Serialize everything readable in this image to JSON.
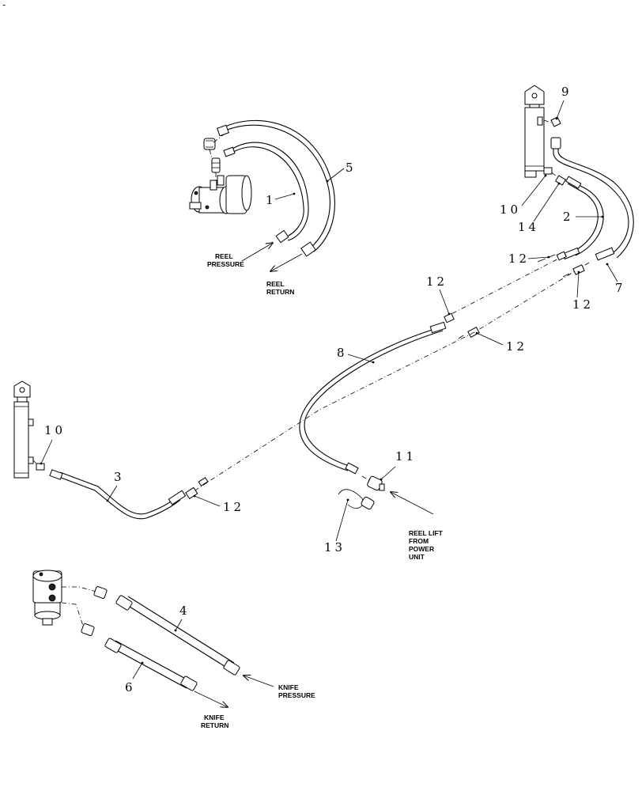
{
  "corner_mark": "-",
  "callouts": {
    "c1": "1",
    "c2": "2",
    "c3": "3",
    "c4": "4",
    "c5": "5",
    "c6": "6",
    "c7": "7",
    "c8": "8",
    "c9": "9",
    "c10a": "10",
    "c10b": "10",
    "c11": "11",
    "c12a": "12",
    "c12b": "12",
    "c12c": "12",
    "c12d": "12",
    "c12e": "12",
    "c13": "13",
    "c14": "14"
  },
  "labels": {
    "reel_pressure": [
      "REEL",
      "PRESSURE"
    ],
    "reel_return": [
      "REEL",
      "RETURN"
    ],
    "reel_lift": [
      "REEL LIFT",
      "FROM",
      "POWER",
      "UNIT"
    ],
    "knife_pressure": [
      "KNIFE",
      "PRESSURE"
    ],
    "knife_return": [
      "KNIFE",
      "RETURN"
    ]
  }
}
